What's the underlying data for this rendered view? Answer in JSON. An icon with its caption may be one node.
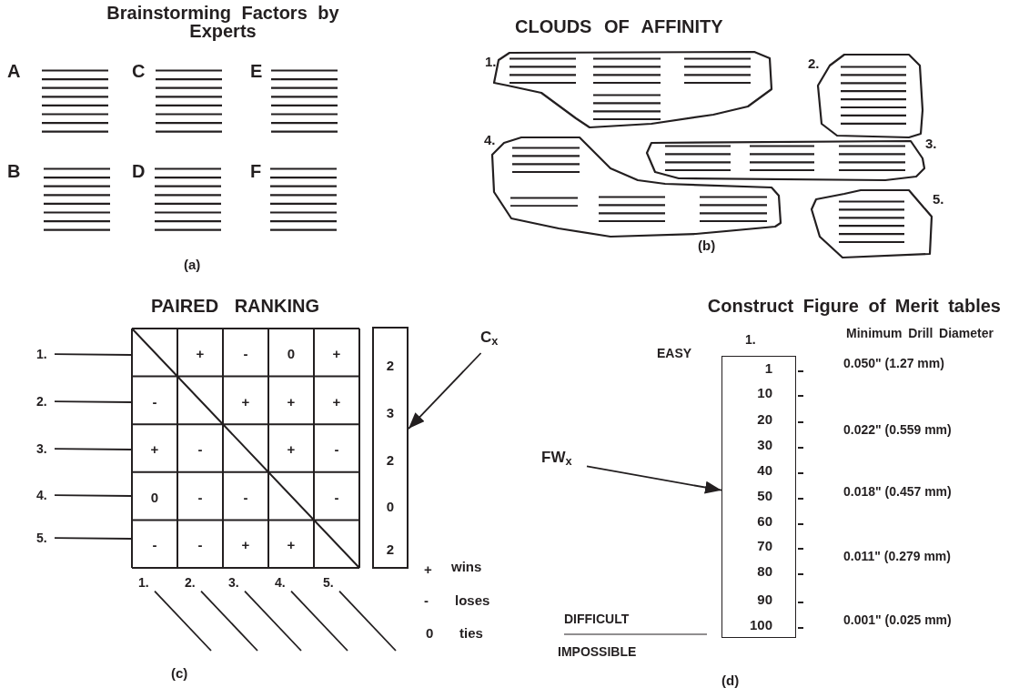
{
  "diagram": {
    "nodes": [
      {
        "text": [
          "1."
        ]
      },
      {
        "text": [
          "2."
        ]
      },
      {
        "text": [
          "3."
        ]
      },
      {
        "text": [
          "4."
        ]
      },
      {
        "text": [
          "5."
        ]
      },
      {
        "text": [
          "1."
        ]
      },
      {
        "text": [
          "2."
        ]
      },
      {
        "text": [
          "3."
        ]
      },
      {
        "text": [
          "4."
        ]
      },
      {
        "text": [
          "5."
        ]
      },
      {
        "text": [
          "1."
        ]
      },
      {
        "text": [
          "2."
        ]
      },
      {
        "text": [
          "3."
        ]
      },
      {
        "text": [
          "4."
        ]
      },
      {
        "text": [
          "5."
        ]
      },
      {
        "text": [
          "2",
          "3",
          "2",
          "0",
          "2"
        ]
      },
      {
        "text": [
          "C$_{x}$"
        ]
      },
      {
        "text": [
          "FW$_{x}$"
        ]
      },
      {
        "text": [
          "1",
          "10",
          "20",
          "30",
          "40",
          "50",
          "60",
          "70",
          "80",
          "90",
          "100"
        ]
      }
    ],
    "edges": [
      {
        "from": 5,
        "to": null,
        "arrow": "none"
      },
      {
        "from": 6,
        "to": null,
        "arrow": "none"
      },
      {
        "from": 7,
        "to": null,
        "arrow": "none"
      },
      {
        "from": 8,
        "to": null,
        "arrow": "none"
      },
      {
        "from": 9,
        "to": null,
        "arrow": "none"
      },
      {
        "from": 10,
        "to": null,
        "arrow": "none"
      },
      {
        "from": 11,
        "to": null,
        "arrow": "none"
      },
      {
        "from": 12,
        "to": null,
        "arrow": "none"
      },
      {
        "from": 13,
        "to": null,
        "arrow": "none"
      },
      {
        "from": 14,
        "to": null,
        "arrow": "none"
      },
      {
        "from": 16,
        "to": 15,
        "arrow": "to"
      },
      {
        "from": 17,
        "to": 18,
        "arrow": "to"
      }
    ],
    "labels": [
      "Brainstorming Factors by Experts",
      "CLOUDS OF AFFINITY",
      "A",
      "C",
      "E",
      "B",
      "D",
      "F",
      "(a)",
      "(b)",
      "PAIRED RANKING",
      "Construct Figure of Merit tables",
      "Minimum Drill Diameter",
      "1.",
      "+",
      "-",
      "0",
      "+",
      "EASY",
      "-",
      "+",
      "+",
      "+",
      "+",
      "-",
      "+",
      "-",
      "0",
      "-",
      "-",
      "-",
      "-",
      "-",
      "+",
      "+",
      "+",
      "wins",
      "-",
      "loses",
      "0",
      "ties",
      "DIFFICULT",
      "IMPOSSIBLE",
      "0.050\" (1.27 mm)",
      "0.022\" (0.559 mm)",
      "0.018\" (0.457 mm)",
      "0.011\" (0.279 mm)",
      "0.001\" (0.025 mm)",
      "(c)",
      "(d)"
    ]
  }
}
